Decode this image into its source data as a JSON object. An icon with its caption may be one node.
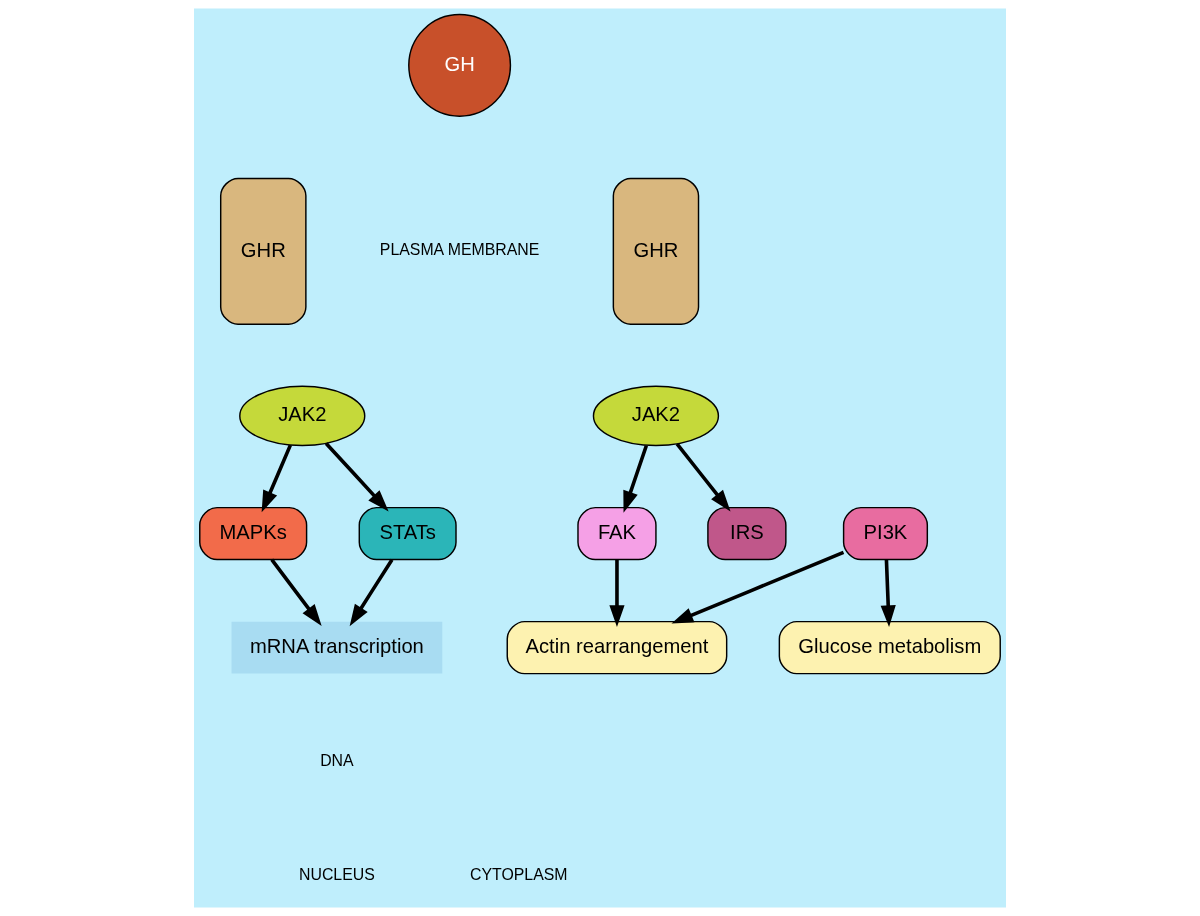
{
  "diagram": {
    "nodes": [
      {
        "text": [
          "GH"
        ]
      },
      {
        "text": [
          "GHR"
        ]
      },
      {
        "text": [
          "GHR"
        ]
      },
      {
        "text": [
          "JAK2"
        ]
      },
      {
        "text": [
          "JAK2"
        ]
      },
      {
        "text": [
          "FAK"
        ]
      },
      {
        "text": [
          "MAPKs"
        ]
      },
      {
        "text": [
          "STATs"
        ]
      },
      {
        "text": [
          "IRS"
        ]
      },
      {
        "text": [
          "PI3K"
        ]
      },
      {
        "text": [
          "Actin rearrangement"
        ]
      },
      {
        "text": [
          "Glucose metabolism"
        ]
      },
      {
        "text": [
          "mRNA transcription"
        ]
      }
    ],
    "edges": [
      {
        "from": 4,
        "to": 5,
        "arrow": "to"
      },
      {
        "from": 3,
        "to": 6,
        "arrow": "to"
      },
      {
        "from": 3,
        "to": 7,
        "arrow": "to"
      },
      {
        "from": 4,
        "to": 8,
        "arrow": "to"
      },
      {
        "from": 5,
        "to": 10,
        "arrow": "to"
      },
      {
        "from": 9,
        "to": 10,
        "arrow": "to"
      },
      {
        "from": 9,
        "to": 11,
        "arrow": "to"
      },
      {
        "from": 6,
        "to": 12,
        "arrow": "to"
      },
      {
        "from": 7,
        "to": 12,
        "arrow": "to"
      }
    ],
    "labels": [
      "PLASMA MEMBRANE",
      "DNA",
      "NUCLEUS",
      "CYTOPLASM"
    ]
  }
}
